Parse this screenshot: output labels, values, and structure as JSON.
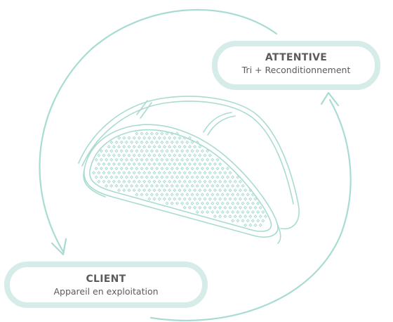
{
  "colors": {
    "cycle_line": "#a8dcd3",
    "device_line": "#a9dbd1",
    "pill_border": "#d6ece8",
    "text": "#5b5b5b"
  },
  "device": {
    "icon": "mouse-device-illustration"
  },
  "nodes": {
    "attentive": {
      "title": "ATTENTIVE",
      "subtitle": "Tri + Reconditionnement"
    },
    "client": {
      "title": "CLIENT",
      "subtitle": "Appareil en exploitation"
    }
  }
}
